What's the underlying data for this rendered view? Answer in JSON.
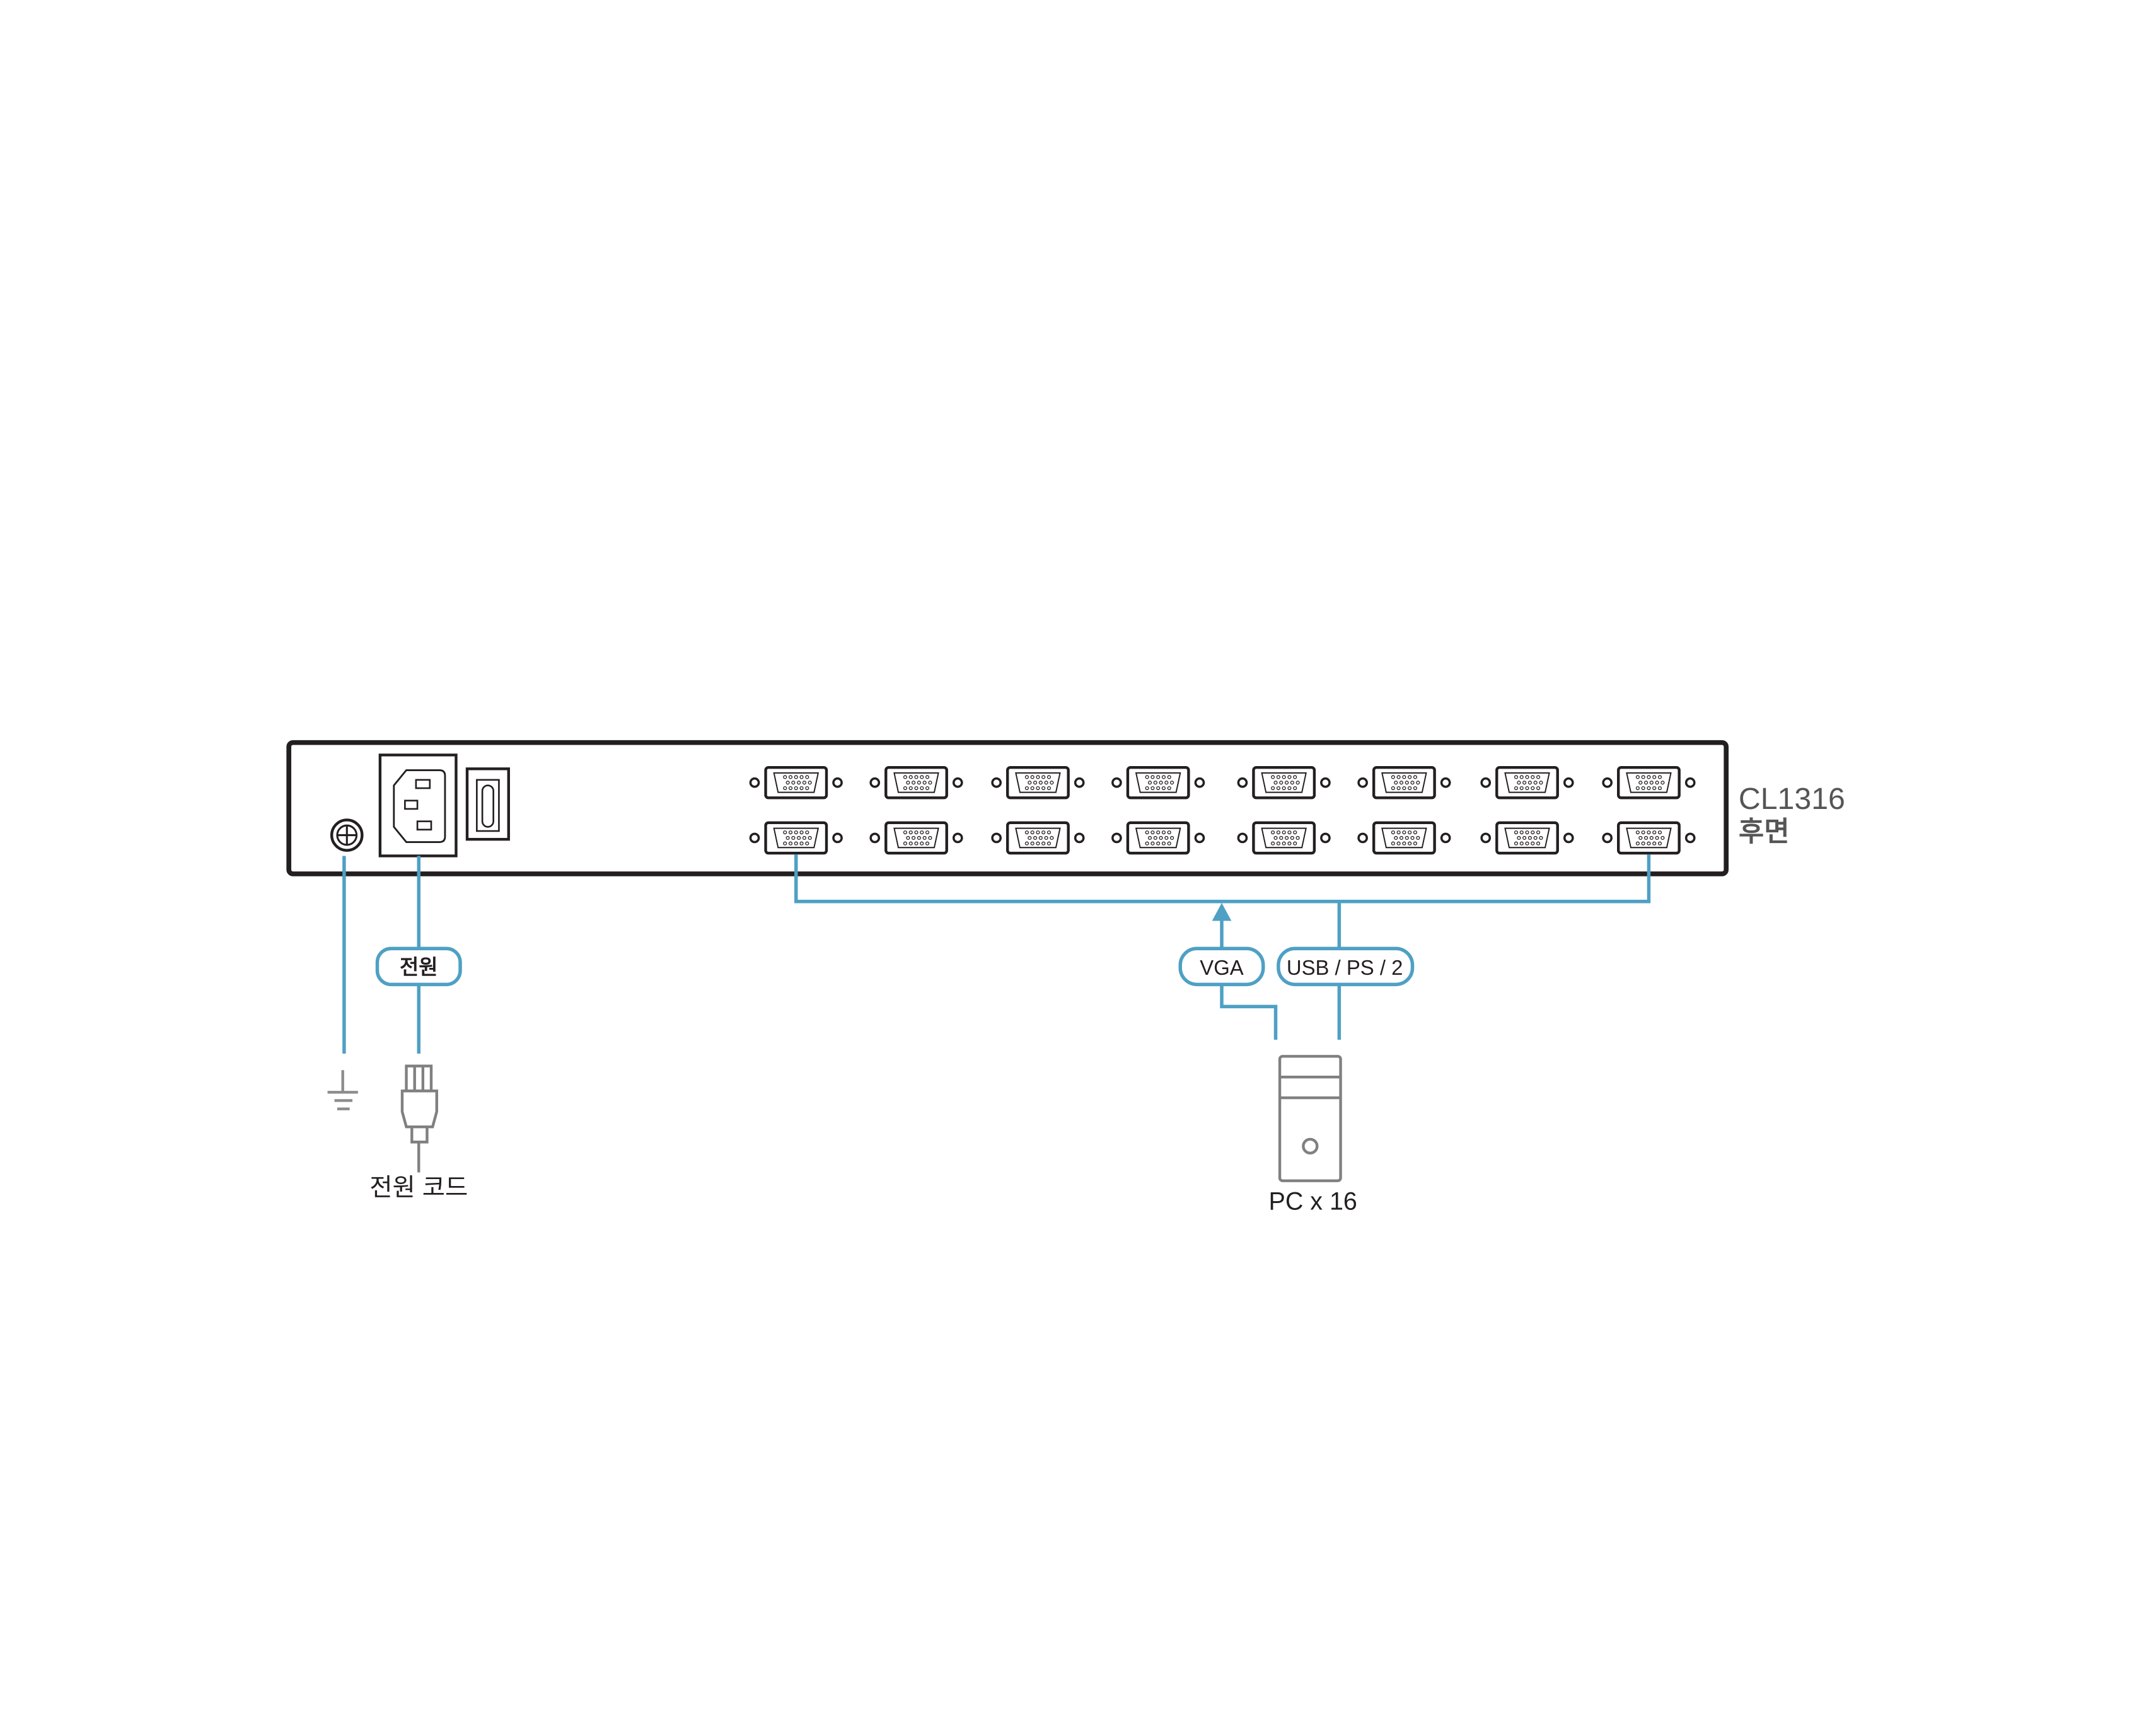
{
  "device": {
    "model": "CL1316",
    "view_label": "후면",
    "port_count": 16
  },
  "labels": {
    "power_tag": "전원",
    "power_cord": "전원 코드",
    "vga_tag": "VGA",
    "usb_tag": "USB / PS / 2",
    "pc": "PC x 16"
  },
  "colors": {
    "cable": "#4fa0c4",
    "outline": "#231f20",
    "accessory": "#808080"
  }
}
